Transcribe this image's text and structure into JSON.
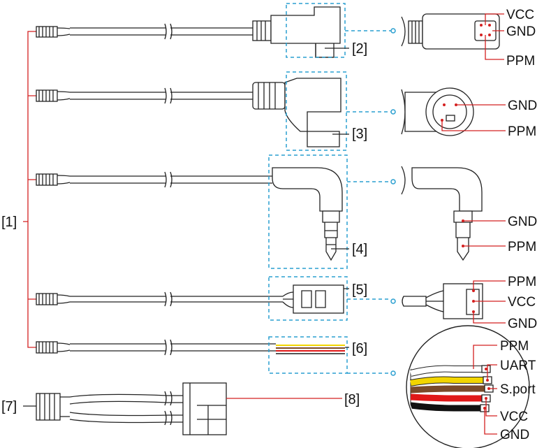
{
  "references": {
    "r1": "[1]",
    "r2": "[2]",
    "r3": "[3]",
    "r4": "[4]",
    "r5": "[5]",
    "r6": "[6]",
    "r7": "[7]",
    "r8": "[8]"
  },
  "pinouts": {
    "c2": [
      "VCC",
      "GND",
      "PPM"
    ],
    "c3": [
      "GND",
      "PPM"
    ],
    "c4": [
      "GND",
      "PPM"
    ],
    "c5": [
      "PPM",
      "VCC",
      "GND"
    ],
    "c6": [
      "PPM",
      "UART",
      "S.port",
      "VCC",
      "GND"
    ]
  },
  "colors": {
    "ink": "#222222",
    "callout_red": "#d42020",
    "highlight_blue": "#2a9fd0",
    "wire_white": "#ffffff",
    "wire_yellow": "#f2d500",
    "wire_brown": "#7a4a2a",
    "wire_red": "#e01818",
    "wire_black": "#111111"
  }
}
